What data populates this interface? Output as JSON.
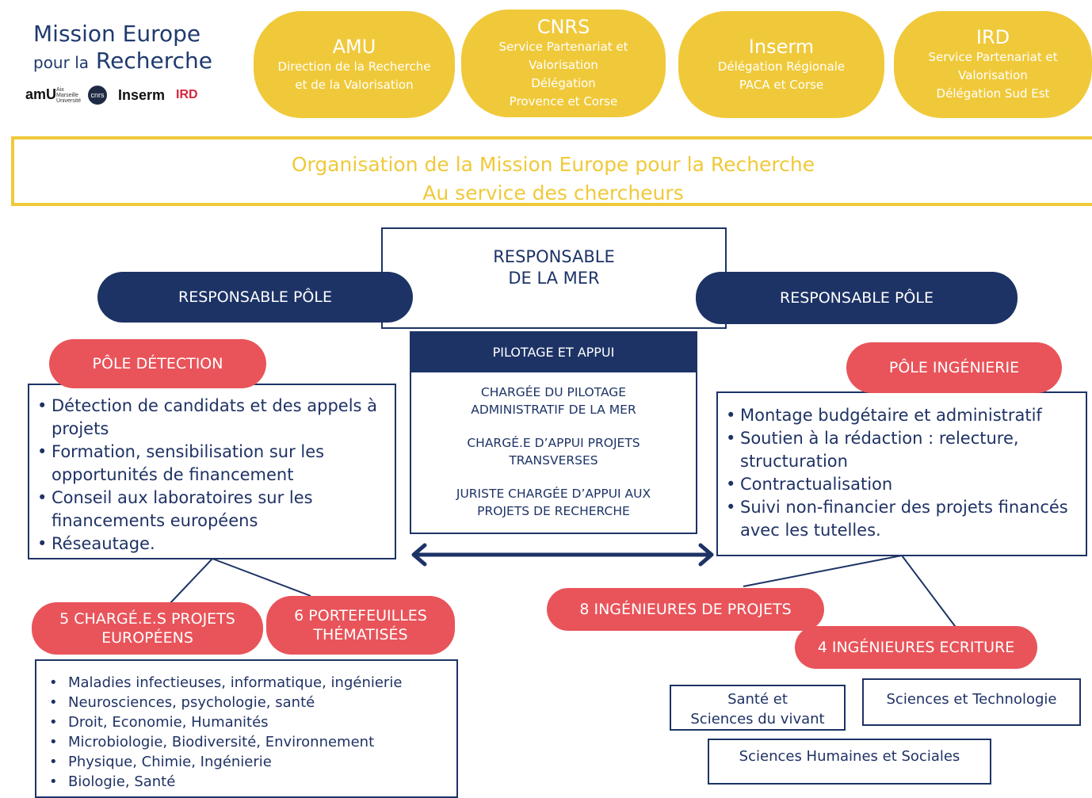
{
  "logo": {
    "title_line1": "Mission Europe",
    "title_line2_prefix": "pour la",
    "title_line2_main": "Recherche",
    "partner_logos": [
      "amU",
      "cnrs",
      "Inserm",
      "IRD"
    ]
  },
  "partners": [
    {
      "name": "AMU",
      "desc": "Direction de la Recherche\net de la Valorisation"
    },
    {
      "name": "CNRS",
      "desc": "Service Partenariat et\nValorisation\nDélégation\nProvence et Corse"
    },
    {
      "name": "Inserm",
      "desc": "Délégation Régionale\nPACA et Corse"
    },
    {
      "name": "IRD",
      "desc": "Service Partenariat et\nValorisation\nDélégation Sud Est"
    }
  ],
  "title": {
    "line1": "Organisation de la Mission Europe pour la Recherche",
    "line2": "Au service des chercheurs"
  },
  "responsable_mer": {
    "line1": "RESPONSABLE",
    "line2": "DE LA MER"
  },
  "responsable_pole_left": "RESPONSABLE PÔLE",
  "responsable_pole_right": "RESPONSABLE PÔLE",
  "pilotage": {
    "header": "PILOTAGE ET APPUI",
    "items": [
      "CHARGÉE DU PILOTAGE\nADMINISTRATIF DE LA MER",
      "CHARGÉ.E D’APPUI PROJETS\nTRANSVERSES",
      "JURISTE CHARGÉE D’APPUI AUX\nPROJETS DE RECHERCHE"
    ]
  },
  "pole_detection": {
    "label": "PÔLE DÉTECTION",
    "items": [
      "Détection de candidats et des appels à projets",
      " Formation, sensibilisation sur les opportunités de financement",
      "Conseil aux laboratoires sur les financements européens",
      "Réseautage."
    ]
  },
  "pole_ingenierie": {
    "label": "PÔLE INGÉNIERIE",
    "items": [
      "Montage budgétaire et administratif",
      "Soutien à la rédaction : relecture, structuration",
      "Contractualisation",
      "Suivi non-financier des projets financés avec les tutelles."
    ]
  },
  "charges_projets": "5 CHARGÉ.E.S PROJETS\nEUROPÉENS",
  "portefeuilles": "6 PORTEFEUILLES\nTHÉMATISÉS",
  "thematiques": [
    "Maladies infectieuses, informatique, ingénierie",
    "Neurosciences, psychologie, santé",
    "Droit, Economie, Humanités",
    "Microbiologie, Biodiversité, Environnement",
    "Physique, Chimie, Ingénierie",
    "Biologie, Santé"
  ],
  "ingenieures_projets": "8 INGÉNIEURES DE PROJETS",
  "ingenieures_ecriture": "4 INGÉNIEURES ECRITURE",
  "domaines": {
    "sante": "Santé et\nSciences du vivant",
    "sciences_tech": "Sciences et Technologie",
    "shs": "Sciences Humaines et Sociales"
  },
  "colors": {
    "navy": "#1d3366",
    "yellow": "#f0c93a",
    "red": "#e8545a"
  }
}
